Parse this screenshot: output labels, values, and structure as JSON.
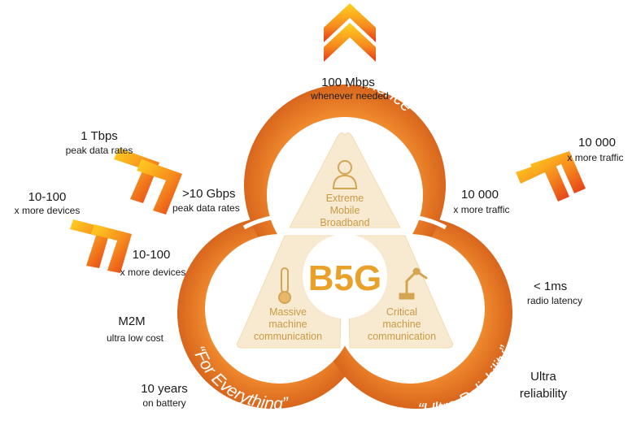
{
  "center_label": "B5G",
  "rings": {
    "top": "“Unlimited Experience”",
    "left": "“For Everything”",
    "right": "“Ultra Reliability”"
  },
  "segments": {
    "top": [
      "Extreme",
      "Mobile",
      "Broadband"
    ],
    "left": [
      "Massive",
      "machine",
      "communication"
    ],
    "right": [
      "Critical",
      "machine",
      "communication"
    ]
  },
  "icons": {
    "top": "person-icon",
    "left": "thermometer-icon",
    "right": "robot-arm-icon"
  },
  "annotations": {
    "mbps": {
      "main": "100 Mbps",
      "sub": "whenever needed"
    },
    "tbps": {
      "main": "1 Tbps",
      "sub": "peak data rates"
    },
    "gbps": {
      "main": ">10 Gbps",
      "sub": "peak data rates"
    },
    "devices_outer": {
      "main": "10-100",
      "sub": "x more devices"
    },
    "devices_inner": {
      "main": "10-100",
      "sub": "x more devices"
    },
    "traffic_outer": {
      "main": "10 000",
      "sub": "x more traffic"
    },
    "traffic_inner": {
      "main": "10 000",
      "sub": "x more traffic"
    },
    "latency": {
      "main": "< 1ms",
      "sub": "radio latency"
    },
    "m2m": {
      "main": "M2M",
      "sub": "ultra low cost"
    },
    "battery": {
      "main": "10 years",
      "sub": "on battery"
    },
    "reliability": {
      "line1": "Ultra",
      "line2": "reliability"
    }
  },
  "colors": {
    "ring": "#e97c24",
    "ring_dark": "#c9601a",
    "inner_fill": "#f8ead0",
    "inner_text": "#c99a45",
    "center_text": "#e9a12a",
    "chevron_light": "#ffd21f",
    "chevron_dark": "#e8461a"
  }
}
